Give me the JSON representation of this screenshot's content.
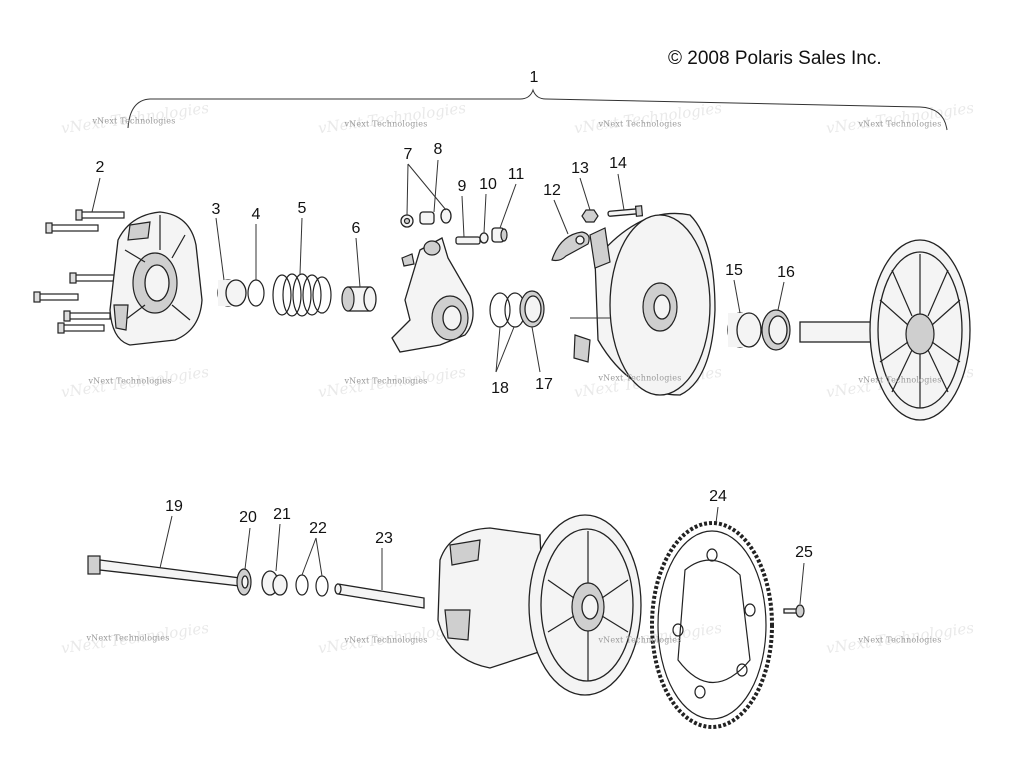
{
  "copyright": "© 2008 Polaris Sales Inc.",
  "watermark": "vNext Technologies",
  "part_numbers": [
    "1",
    "2",
    "3",
    "4",
    "5",
    "6",
    "7",
    "8",
    "9",
    "10",
    "11",
    "12",
    "13",
    "14",
    "15",
    "16",
    "17",
    "18",
    "19",
    "20",
    "21",
    "22",
    "23",
    "24",
    "25"
  ]
}
